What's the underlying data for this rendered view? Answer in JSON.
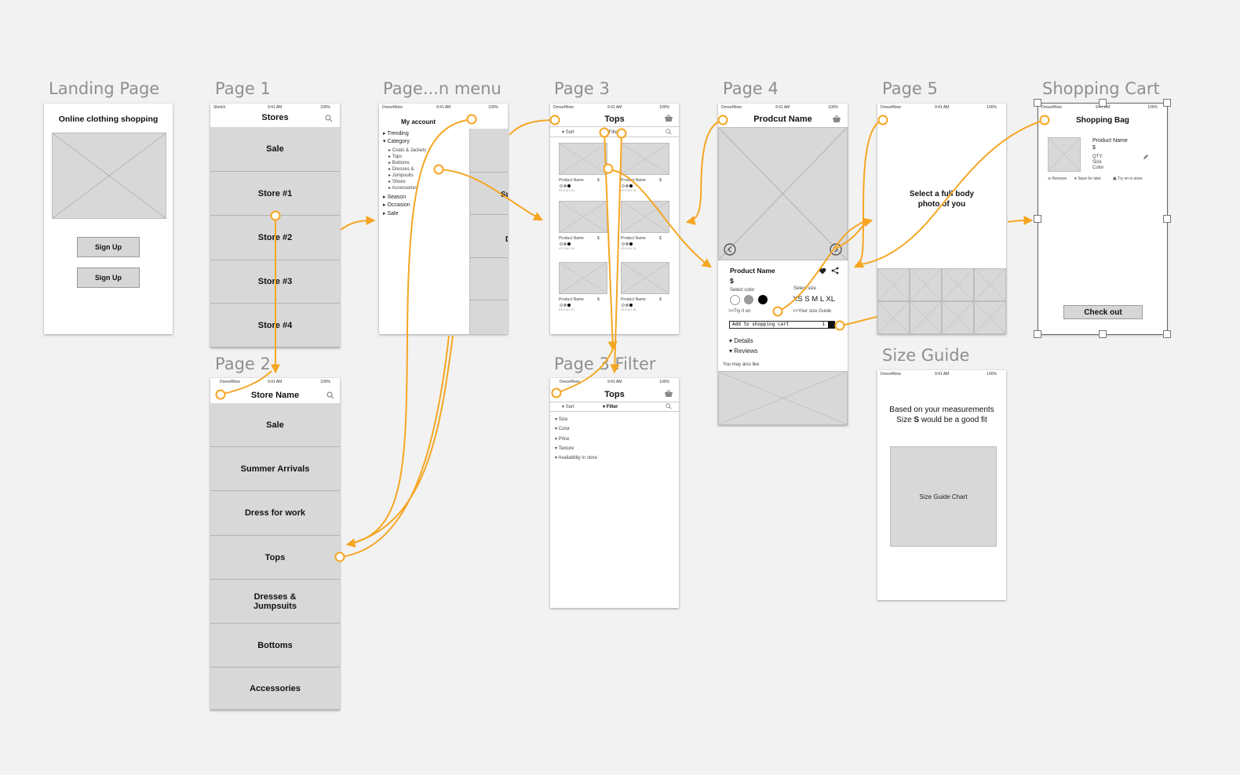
{
  "colors": {
    "flow": "#f5a623",
    "placeholder": "#d8d8d8",
    "canvas": "#f2f2f2"
  },
  "labels": {
    "landing": "Landing Page",
    "page1": "Page 1",
    "menu": "Page...n menu",
    "page3": "Page 3",
    "page4": "Page 4",
    "page5": "Page 5",
    "cart": "Shopping Cart",
    "page2": "Page 2",
    "filter": "Page 3 Filter",
    "sizeguide": "Size Guide"
  },
  "status": {
    "carrier": "Dress4Now",
    "carrier_sketch": "Sketch",
    "time": "9:41 AM",
    "battery": "100%"
  },
  "landing": {
    "title": "Online clothing shopping",
    "btn1": "Sign Up",
    "btn2": "Sign Up"
  },
  "page1": {
    "title": "Stores",
    "items": [
      "Sale",
      "Store #1",
      "Store #2",
      "Store #3",
      "Store #4"
    ]
  },
  "menu": {
    "account": "My account",
    "trending": "Trending",
    "category": "Category",
    "sub": [
      "Coats & Jackets",
      "Tops",
      "Bottoms",
      "Dresses &",
      "Jumpsuits",
      "Shoes",
      "Accessories"
    ],
    "season": "Season",
    "occasion": "Occasion",
    "sale": "Sale",
    "peek1": "Su",
    "peek2": "D"
  },
  "page3": {
    "title": "Tops",
    "sort": "Sort",
    "filter": "Filter",
    "product": "Product Name",
    "price": "$",
    "sizes": "XS S M L XL"
  },
  "page4": {
    "title": "Prodcut Name",
    "product": "Product Name",
    "price": "$",
    "select_color": "Select color",
    "select_size": "Select size",
    "sizes": "XS S M L XL",
    "try_on": ">>Try it on",
    "size_guide": ">>Your size Guide",
    "add_cart": "Add to shopping cart",
    "qty": "1",
    "details": "Details",
    "reviews": "Reviews",
    "also": "You may also like"
  },
  "page5": {
    "prompt_line1": "Select a full body",
    "prompt_line2": "photo of you"
  },
  "cart": {
    "title": "Shopping Bag",
    "product": "Product Name",
    "price": "$",
    "qty": "QTY:",
    "size": "Size",
    "color": "Color",
    "remove": "Remove",
    "save": "Save for later",
    "tryon": "Try on in store",
    "checkout": "Check out"
  },
  "page2": {
    "title": "Store Name",
    "items": [
      "Sale",
      "Summer Arrivals",
      "Dress for work",
      "Tops",
      "Dresses &",
      "Jumpsuits",
      "Bottoms",
      "Accessories"
    ]
  },
  "filter": {
    "title": "Tops",
    "sort": "Sort",
    "filter": "Filter",
    "options": [
      "Size",
      "Color",
      "Price",
      "Texture",
      "Availability in store"
    ]
  },
  "sizeguide": {
    "line1": "Based on your measurements",
    "line2_pre": "Size ",
    "line2_bold": "S",
    "line2_post": " would be a good fit",
    "chart": "Size Guide Chart"
  }
}
